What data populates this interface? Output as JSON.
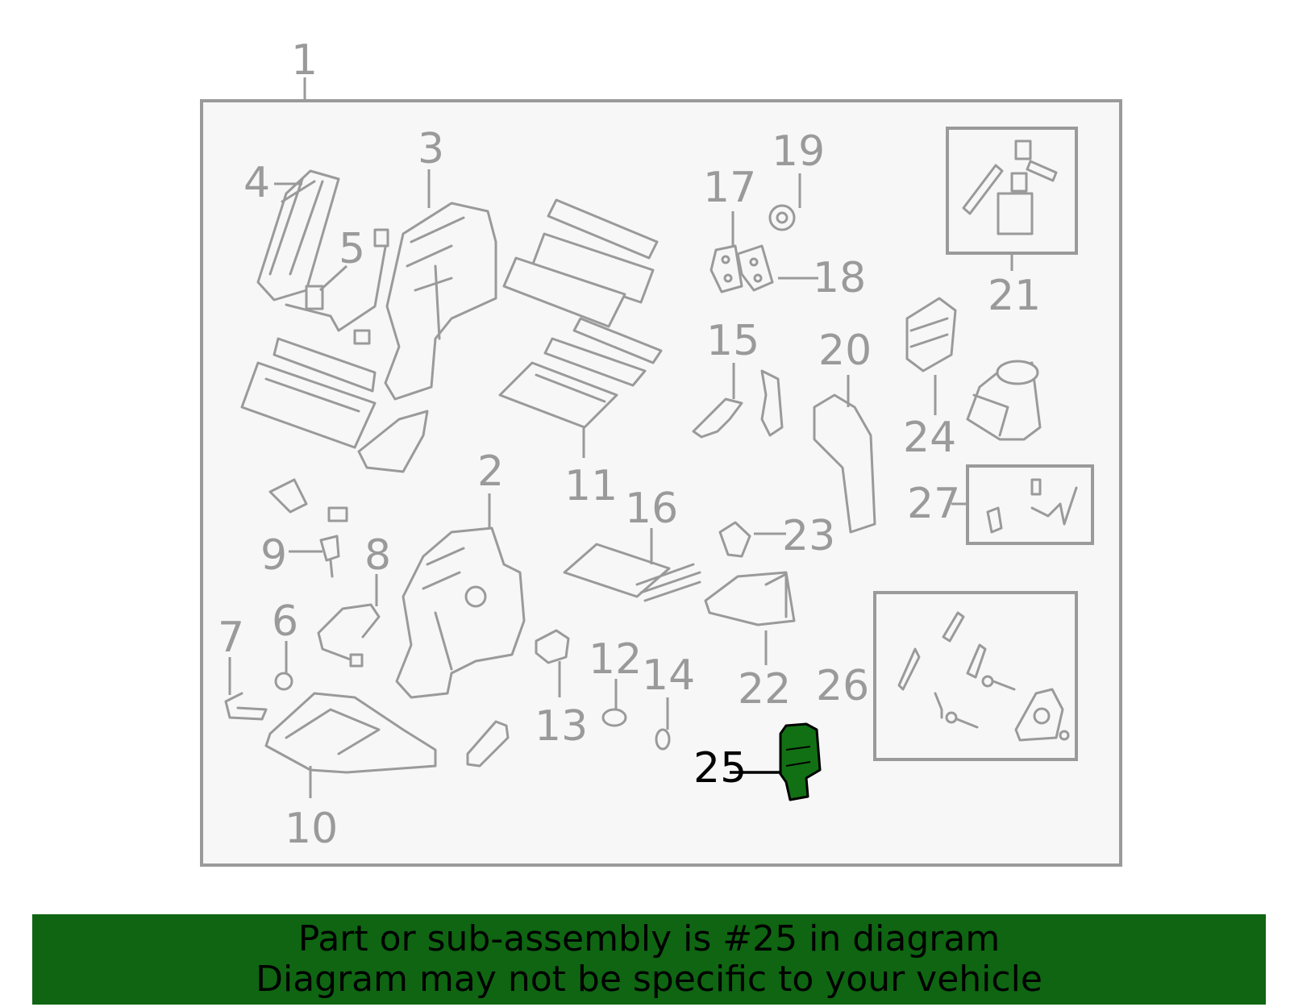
{
  "diagram": {
    "highlight_color": "#0f6512",
    "highlighted_part": "25",
    "callouts": [
      {
        "id": "1",
        "label": "1"
      },
      {
        "id": "2",
        "label": "2"
      },
      {
        "id": "3",
        "label": "3"
      },
      {
        "id": "4",
        "label": "4"
      },
      {
        "id": "5",
        "label": "5"
      },
      {
        "id": "6",
        "label": "6"
      },
      {
        "id": "7",
        "label": "7"
      },
      {
        "id": "8",
        "label": "8"
      },
      {
        "id": "9",
        "label": "9"
      },
      {
        "id": "10",
        "label": "10"
      },
      {
        "id": "11",
        "label": "11"
      },
      {
        "id": "12",
        "label": "12"
      },
      {
        "id": "13",
        "label": "13"
      },
      {
        "id": "14",
        "label": "14"
      },
      {
        "id": "15",
        "label": "15"
      },
      {
        "id": "16",
        "label": "16"
      },
      {
        "id": "17",
        "label": "17"
      },
      {
        "id": "18",
        "label": "18"
      },
      {
        "id": "19",
        "label": "19"
      },
      {
        "id": "20",
        "label": "20"
      },
      {
        "id": "21",
        "label": "21"
      },
      {
        "id": "22",
        "label": "22"
      },
      {
        "id": "23",
        "label": "23"
      },
      {
        "id": "24",
        "label": "24"
      },
      {
        "id": "25",
        "label": "25"
      },
      {
        "id": "26",
        "label": "26"
      },
      {
        "id": "27",
        "label": "27"
      }
    ]
  },
  "banner": {
    "line1": "Part or sub-assembly is #25 in diagram",
    "line2": "Diagram may not be specific to your vehicle",
    "background": "#0f6512"
  }
}
